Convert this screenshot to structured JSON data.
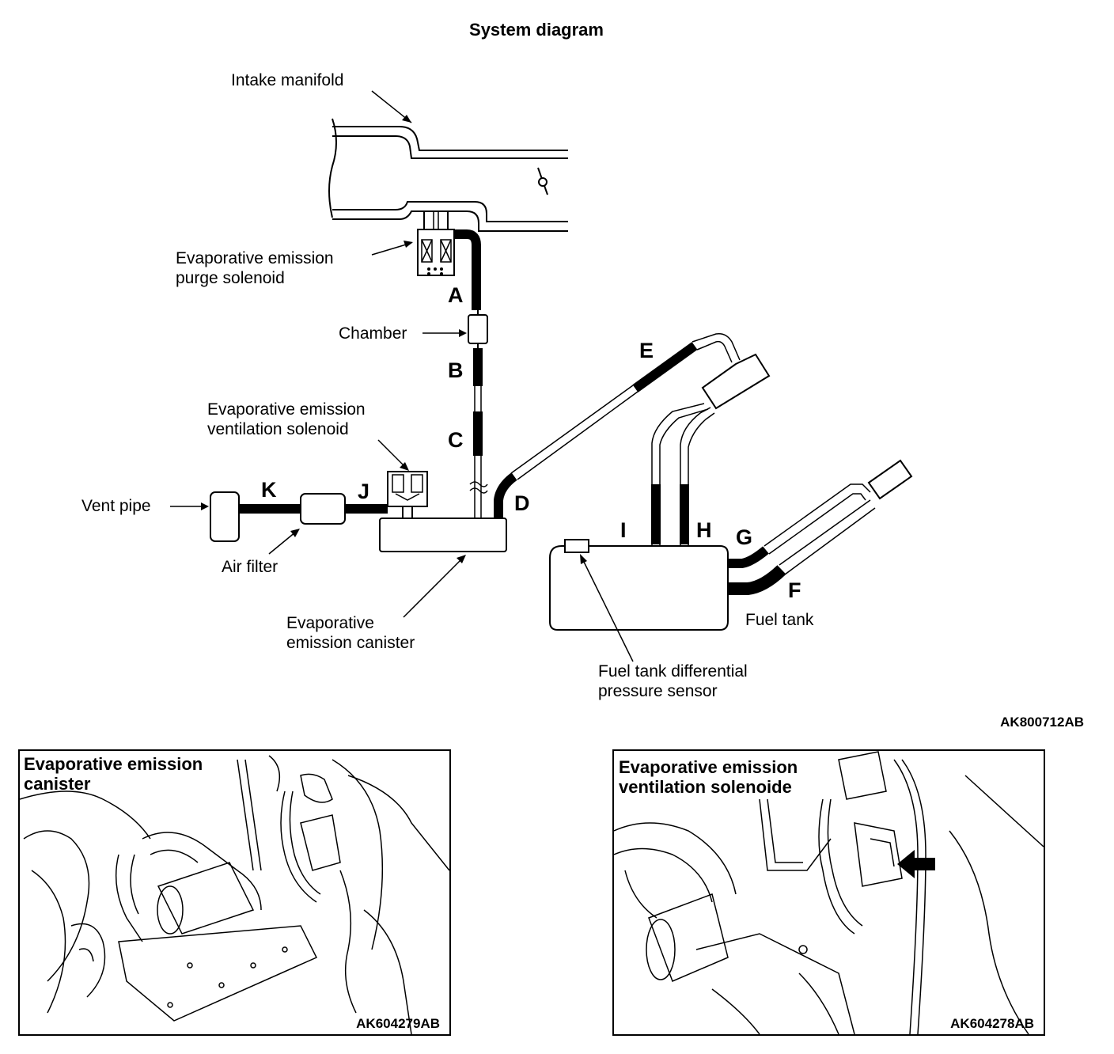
{
  "title": "System diagram",
  "labels": {
    "intake_manifold": "Intake manifold",
    "purge_solenoid_1": "Evaporative emission",
    "purge_solenoid_2": "purge solenoid",
    "chamber": "Chamber",
    "vent_solenoid_1": "Evaporative emission",
    "vent_solenoid_2": "ventilation solenoid",
    "vent_pipe": "Vent pipe",
    "air_filter": "Air filter",
    "canister_1": "Evaporative",
    "canister_2": "emission canister",
    "fuel_tank": "Fuel tank",
    "sensor_1": "Fuel tank differential",
    "sensor_2": "pressure sensor"
  },
  "hose_letters": [
    "A",
    "B",
    "C",
    "D",
    "E",
    "F",
    "G",
    "H",
    "I",
    "J",
    "K"
  ],
  "diagram_code": "AK800712AB",
  "panels": [
    {
      "title_1": "Evaporative emission",
      "title_2": "canister",
      "code": "AK604279AB"
    },
    {
      "title_1": "Evaporative emission",
      "title_2": "ventilation solenoide",
      "code": "AK604278AB"
    }
  ]
}
